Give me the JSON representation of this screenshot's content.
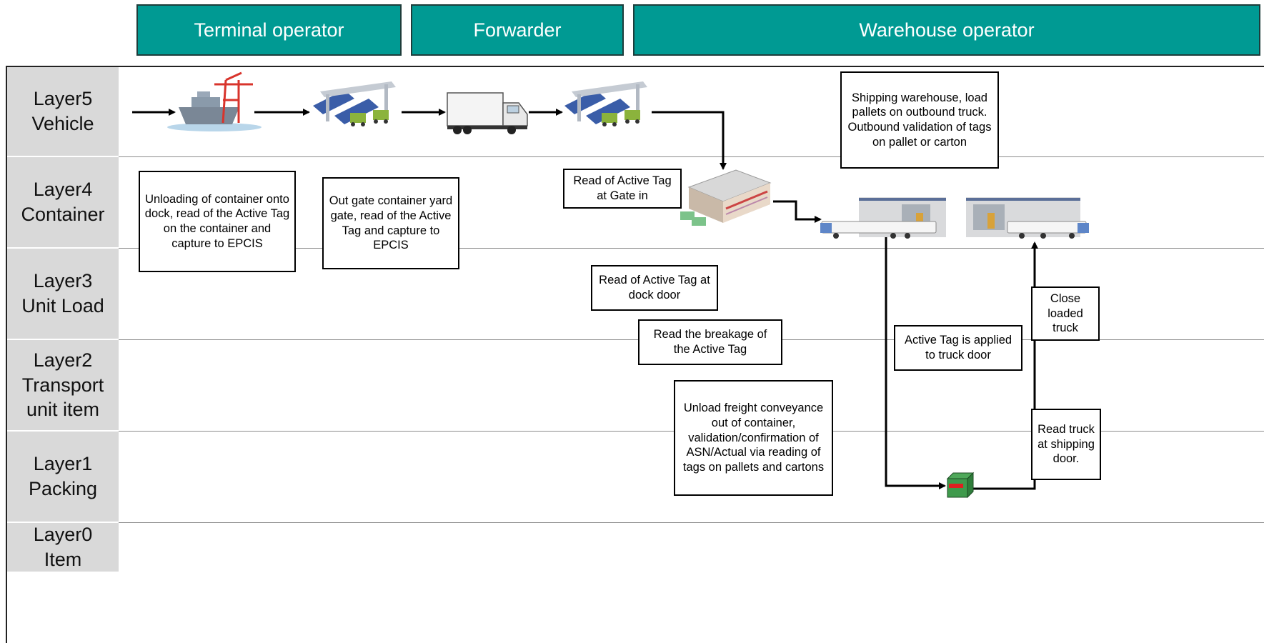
{
  "roles": {
    "terminal": "Terminal operator",
    "forwarder": "Forwarder",
    "warehouse": "Warehouse operator"
  },
  "layers": [
    {
      "line1": "Layer5",
      "line2": "Vehicle"
    },
    {
      "line1": "Layer4",
      "line2": "Container"
    },
    {
      "line1": "Layer3",
      "line2": "Unit Load"
    },
    {
      "line1": "Layer2",
      "line2": "Transport",
      "line3": "unit item"
    },
    {
      "line1": "Layer1",
      "line2": "Packing"
    },
    {
      "line1": "Layer0",
      "line2": "Item"
    }
  ],
  "notes": {
    "unloading": "Unloading of container onto dock, read of the Active Tag on the container and capture to EPCIS",
    "outgate": "Out gate container yard gate, read of the Active Tag and capture to EPCIS",
    "gate_in": "Read of Active Tag at Gate in",
    "dock_door": "Read of Active Tag at dock door",
    "breakage": "Read the breakage of the Active Tag",
    "unload_freight": "Unload freight conveyance out of container, validation/confirmation of ASN/Actual via reading of tags on pallets and cartons",
    "shipping_wh": "Shipping warehouse, load pallets on outbound truck. Outbound validation of tags on pallet or carton",
    "applied": "Active Tag is applied to truck door",
    "close_truck": "Close loaded truck",
    "read_truck": "Read truck at shipping door."
  },
  "icons": {
    "ship": "container-ship-crane-icon",
    "gate1": "container-gate-icon",
    "truck": "delivery-truck-icon",
    "gate2": "container-gate-icon",
    "warehouse": "warehouse-building-icon",
    "loading_dock_left": "loading-dock-truck-icon",
    "loading_dock_right": "loading-dock-truck-icon",
    "tag_box": "active-tag-box-icon"
  },
  "colors": {
    "header_fill": "#009a93",
    "layer_label_fill": "#d9d9d9"
  }
}
